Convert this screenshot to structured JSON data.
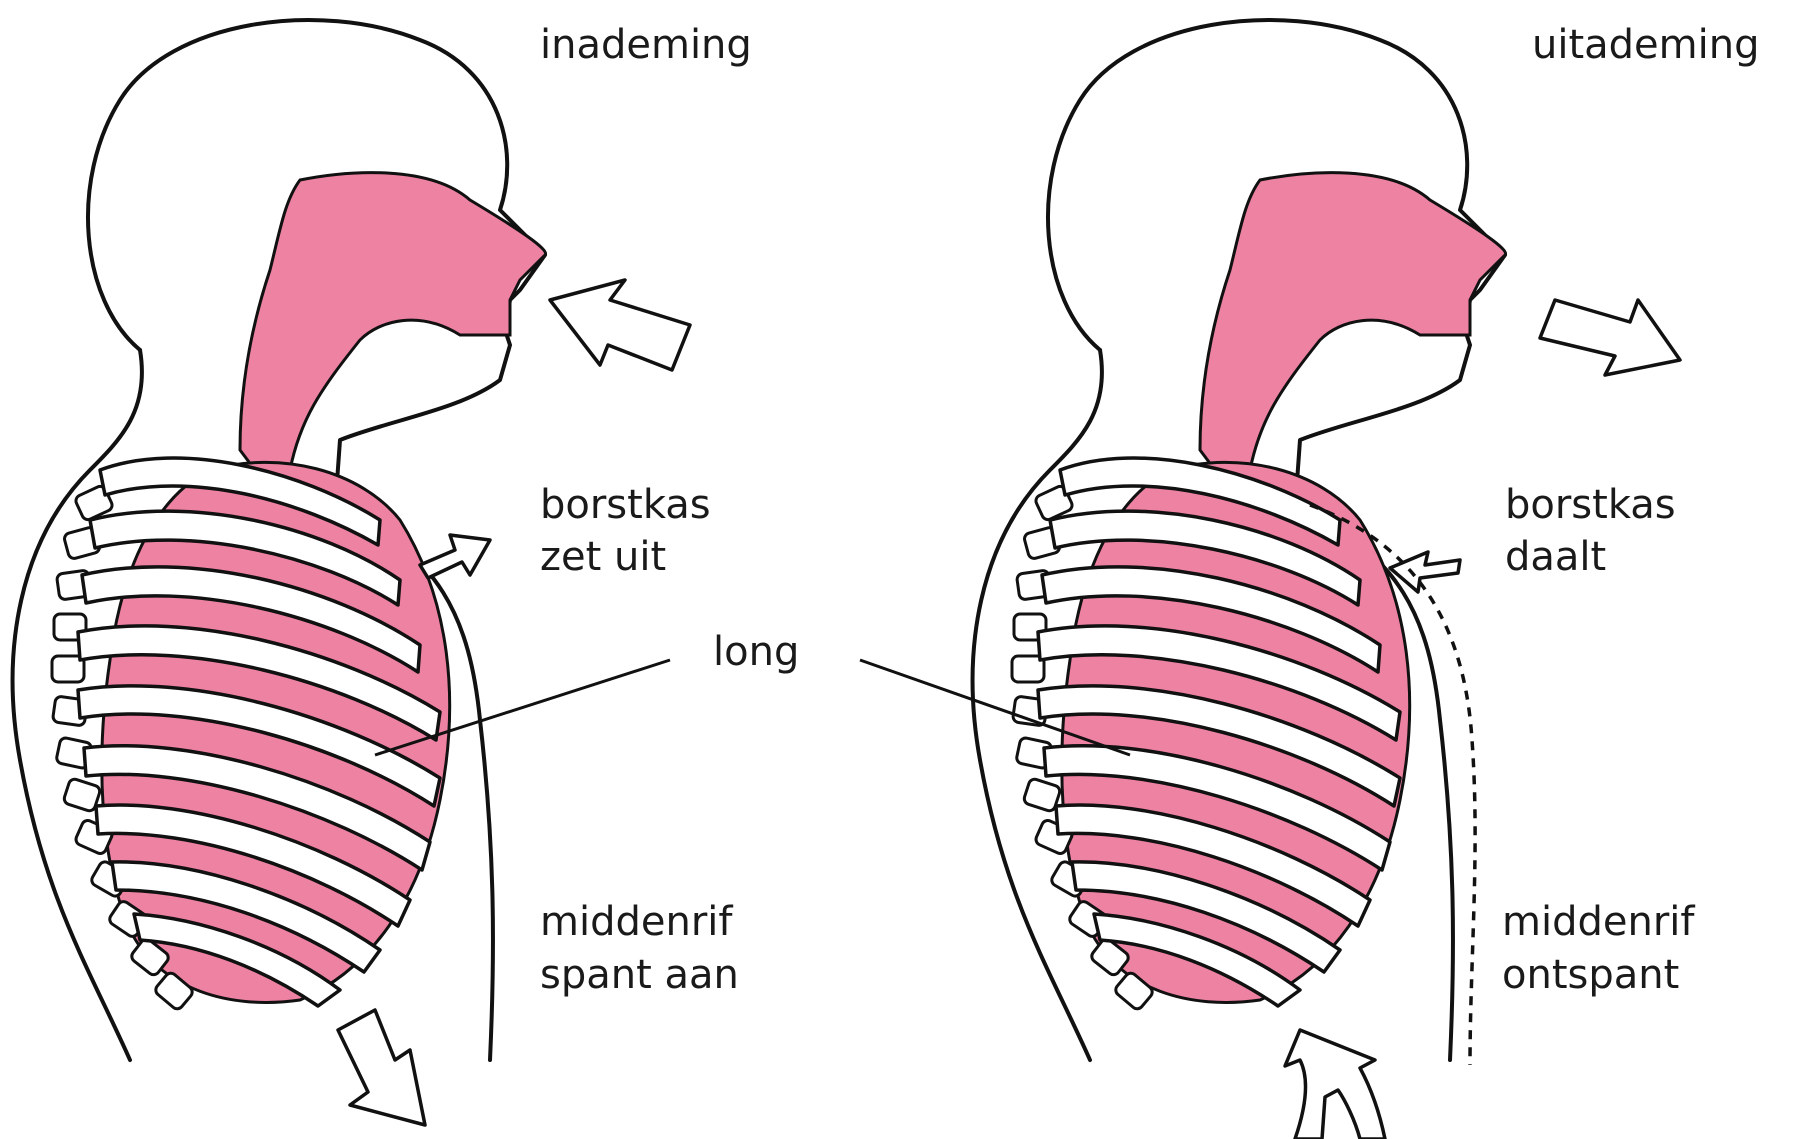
{
  "colors": {
    "lung": "#ee82a3",
    "outline": "#111111",
    "background": "#ffffff"
  },
  "left_panel": {
    "title": "inademing",
    "chest_label_line1": "borstkas",
    "chest_label_line2": "zet uit",
    "diaphragm_label_line1": "middenrif",
    "diaphragm_label_line2": "spant aan"
  },
  "right_panel": {
    "title": "uitademing",
    "chest_label_line1": "borstkas",
    "chest_label_line2": "daalt",
    "diaphragm_label_line1": "middenrif",
    "diaphragm_label_line2": "ontspant"
  },
  "shared": {
    "lung_label": "long"
  }
}
